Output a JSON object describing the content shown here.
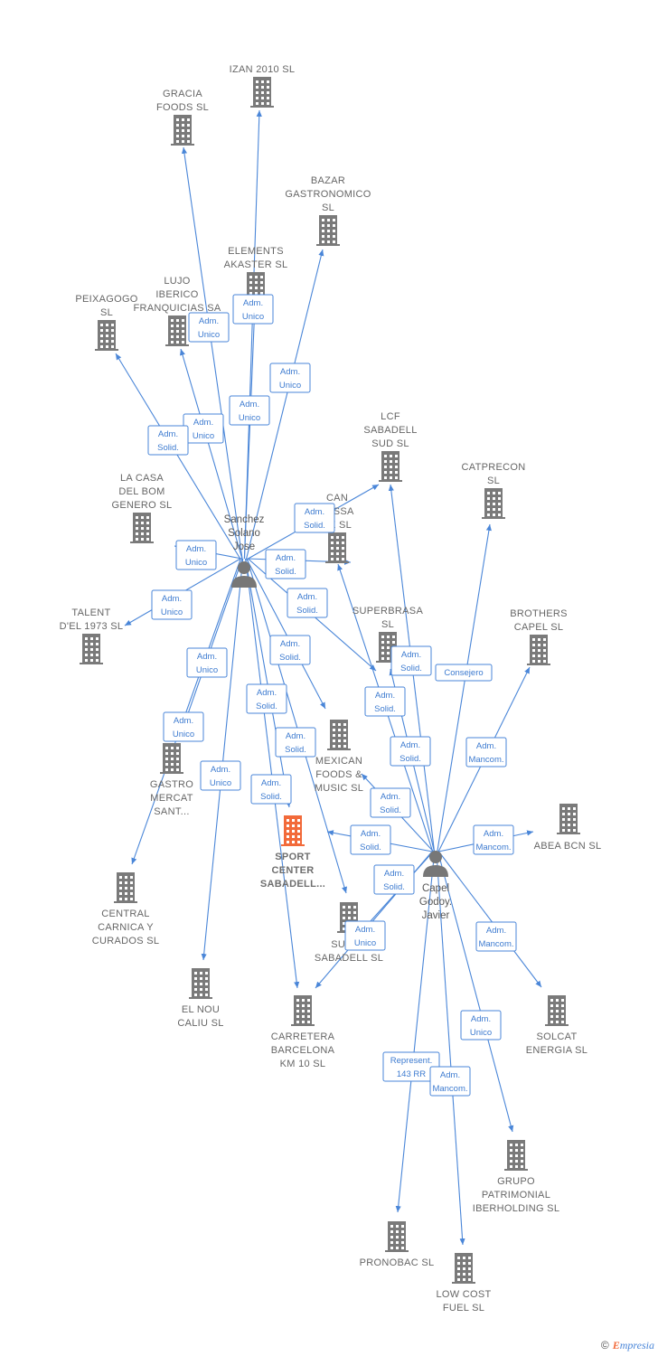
{
  "people": [
    {
      "id": "sanchez",
      "lines": [
        "Sanchez",
        "Solano",
        "Jose"
      ]
    },
    {
      "id": "capel",
      "lines": [
        "Capel",
        "Godoy.",
        "Javier"
      ]
    }
  ],
  "companies": [
    {
      "id": "izan",
      "lines": [
        "IZAN 2010  SL"
      ],
      "label_above": true
    },
    {
      "id": "gracia",
      "lines": [
        "GRACIA",
        "FOODS  SL"
      ],
      "label_above": true
    },
    {
      "id": "bazar",
      "lines": [
        "BAZAR",
        "GASTRONOMICO",
        "SL"
      ],
      "label_above": true
    },
    {
      "id": "elements",
      "lines": [
        "ELEMENTS",
        "AKASTER  SL"
      ],
      "label_above": true
    },
    {
      "id": "lujo",
      "lines": [
        "LUJO",
        "IBERICO",
        "FRANQUICIAS SA"
      ],
      "label_above": true
    },
    {
      "id": "peixagogo",
      "lines": [
        "PEIXAGOGO",
        "SL"
      ],
      "label_above": true
    },
    {
      "id": "lcf",
      "lines": [
        "LCF",
        "SABADELL",
        "SUD  SL"
      ],
      "label_above": true
    },
    {
      "id": "catprecon",
      "lines": [
        "CATPRECON",
        "SL"
      ],
      "label_above": true
    },
    {
      "id": "lacasa",
      "lines": [
        "LA CASA",
        "DEL BOM",
        "GENERO  SL"
      ],
      "label_above": true
    },
    {
      "id": "can",
      "lines": [
        "CAN",
        "PASSA",
        "TE  SL"
      ],
      "label_above": true
    },
    {
      "id": "talent",
      "lines": [
        "TALENT",
        "D'EL 1973  SL"
      ],
      "label_above": true
    },
    {
      "id": "superbrasa",
      "lines": [
        "SUPERBRASA",
        "SL"
      ],
      "label_above": true
    },
    {
      "id": "brothers",
      "lines": [
        "BROTHERS",
        "CAPEL  SL"
      ],
      "label_above": true
    },
    {
      "id": "mexican",
      "lines": [
        "MEXICAN",
        "FOODS &",
        "MUSIC  SL"
      ],
      "label_above": false
    },
    {
      "id": "gastro",
      "lines": [
        "GASTRO",
        "MERCAT",
        "SANT..."
      ],
      "label_above": false
    },
    {
      "id": "sport",
      "lines": [
        "SPORT",
        "CENTER",
        "SABADELL..."
      ],
      "label_above": false,
      "highlight": true
    },
    {
      "id": "abea",
      "lines": [
        "ABEA BCN SL"
      ],
      "label_above": false,
      "label_right": true
    },
    {
      "id": "central",
      "lines": [
        "CENTRAL",
        "CARNICA Y",
        "CURADOS  SL"
      ],
      "label_above": false
    },
    {
      "id": "super",
      "lines": [
        "SUPER",
        "SABADELL  SL"
      ],
      "label_above": false
    },
    {
      "id": "elnou",
      "lines": [
        "EL NOU",
        "CALIU  SL"
      ],
      "label_above": false
    },
    {
      "id": "carretera",
      "lines": [
        "CARRETERA",
        "BARCELONA",
        "KM 10  SL"
      ],
      "label_above": false
    },
    {
      "id": "solcat",
      "lines": [
        "SOLCAT",
        "ENERGIA SL"
      ],
      "label_above": false
    },
    {
      "id": "grupo",
      "lines": [
        "GRUPO",
        "PATRIMONIAL",
        "IBERHOLDING SL"
      ],
      "label_above": false
    },
    {
      "id": "pronobac",
      "lines": [
        "PRONOBAC SL"
      ],
      "label_above": false
    },
    {
      "id": "lowcost",
      "lines": [
        "LOW COST",
        "FUEL SL"
      ],
      "label_above": false
    }
  ],
  "relations": [
    {
      "from": "sanchez",
      "to": "izan",
      "lines": [
        "Adm.",
        "Unico"
      ]
    },
    {
      "from": "sanchez",
      "to": "gracia",
      "lines": [
        "Adm.",
        "Unico"
      ]
    },
    {
      "from": "sanchez",
      "to": "bazar",
      "lines": [
        "Adm.",
        "Unico"
      ]
    },
    {
      "from": "sanchez",
      "to": "elements",
      "lines": [
        "Adm.",
        "Unico"
      ]
    },
    {
      "from": "sanchez",
      "to": "lujo",
      "lines": [
        "Adm.",
        "Unico"
      ]
    },
    {
      "from": "sanchez",
      "to": "peixagogo",
      "lines": [
        "Adm.",
        "Solid."
      ]
    },
    {
      "from": "sanchez",
      "to": "lcf",
      "lines": [
        "Adm.",
        "Solid."
      ]
    },
    {
      "from": "sanchez",
      "to": "lacasa",
      "lines": [
        "Adm.",
        "Unico"
      ]
    },
    {
      "from": "sanchez",
      "to": "can",
      "lines": [
        "Adm.",
        "Solid."
      ]
    },
    {
      "from": "sanchez",
      "to": "talent",
      "lines": [
        "Adm.",
        "Unico"
      ]
    },
    {
      "from": "sanchez",
      "to": "superbrasa",
      "lines": [
        "Adm.",
        "Solid."
      ]
    },
    {
      "from": "sanchez",
      "to": "mexican",
      "lines": [
        "Adm.",
        "Solid."
      ]
    },
    {
      "from": "sanchez",
      "to": "gastro",
      "lines": [
        "Adm.",
        "Unico"
      ]
    },
    {
      "from": "sanchez",
      "to": "central",
      "lines": [
        "Adm.",
        "Unico"
      ]
    },
    {
      "from": "sanchez",
      "to": "sport",
      "lines": [
        "Adm.",
        "Solid."
      ]
    },
    {
      "from": "sanchez",
      "to": "super",
      "lines": [
        "Adm.",
        "Solid."
      ]
    },
    {
      "from": "sanchez",
      "to": "elnou",
      "lines": [
        "Adm.",
        "Unico"
      ]
    },
    {
      "from": "sanchez",
      "to": "carretera",
      "lines": [
        "Adm.",
        "Solid."
      ]
    },
    {
      "from": "capel",
      "to": "lcf",
      "lines": [
        "Adm.",
        "Solid."
      ]
    },
    {
      "from": "capel",
      "to": "catprecon",
      "lines": [
        "Consejero"
      ]
    },
    {
      "from": "capel",
      "to": "can",
      "lines": [
        "Adm.",
        "Solid."
      ]
    },
    {
      "from": "capel",
      "to": "superbrasa",
      "lines": [
        "Adm.",
        "Solid."
      ]
    },
    {
      "from": "capel",
      "to": "brothers",
      "lines": [
        "Adm.",
        "Mancom."
      ]
    },
    {
      "from": "capel",
      "to": "mexican",
      "lines": [
        "Adm.",
        "Solid."
      ]
    },
    {
      "from": "capel",
      "to": "sport",
      "lines": [
        "Adm.",
        "Solid."
      ]
    },
    {
      "from": "capel",
      "to": "abea",
      "lines": [
        "Adm.",
        "Mancom."
      ]
    },
    {
      "from": "capel",
      "to": "carretera",
      "lines": [
        "Adm.",
        "Solid."
      ]
    },
    {
      "from": "capel",
      "to": "super",
      "lines": [
        "Adm.",
        "Unico"
      ]
    },
    {
      "from": "capel",
      "to": "solcat",
      "lines": [
        "Adm.",
        "Mancom."
      ]
    },
    {
      "from": "capel",
      "to": "grupo",
      "lines": [
        "Adm.",
        "Unico"
      ]
    },
    {
      "from": "capel",
      "to": "pronobac",
      "lines": [
        "Represent.",
        "143 RR"
      ]
    },
    {
      "from": "capel",
      "to": "lowcost",
      "lines": [
        "Adm.",
        "Mancom."
      ]
    }
  ],
  "footer": {
    "copyright": "©",
    "brand_initial": "E",
    "brand_rest": "mpresia"
  },
  "colors": {
    "edge": "#4a86d8",
    "company": "#7a7a7a",
    "highlight": "#f26a3a",
    "person": "#777777"
  }
}
